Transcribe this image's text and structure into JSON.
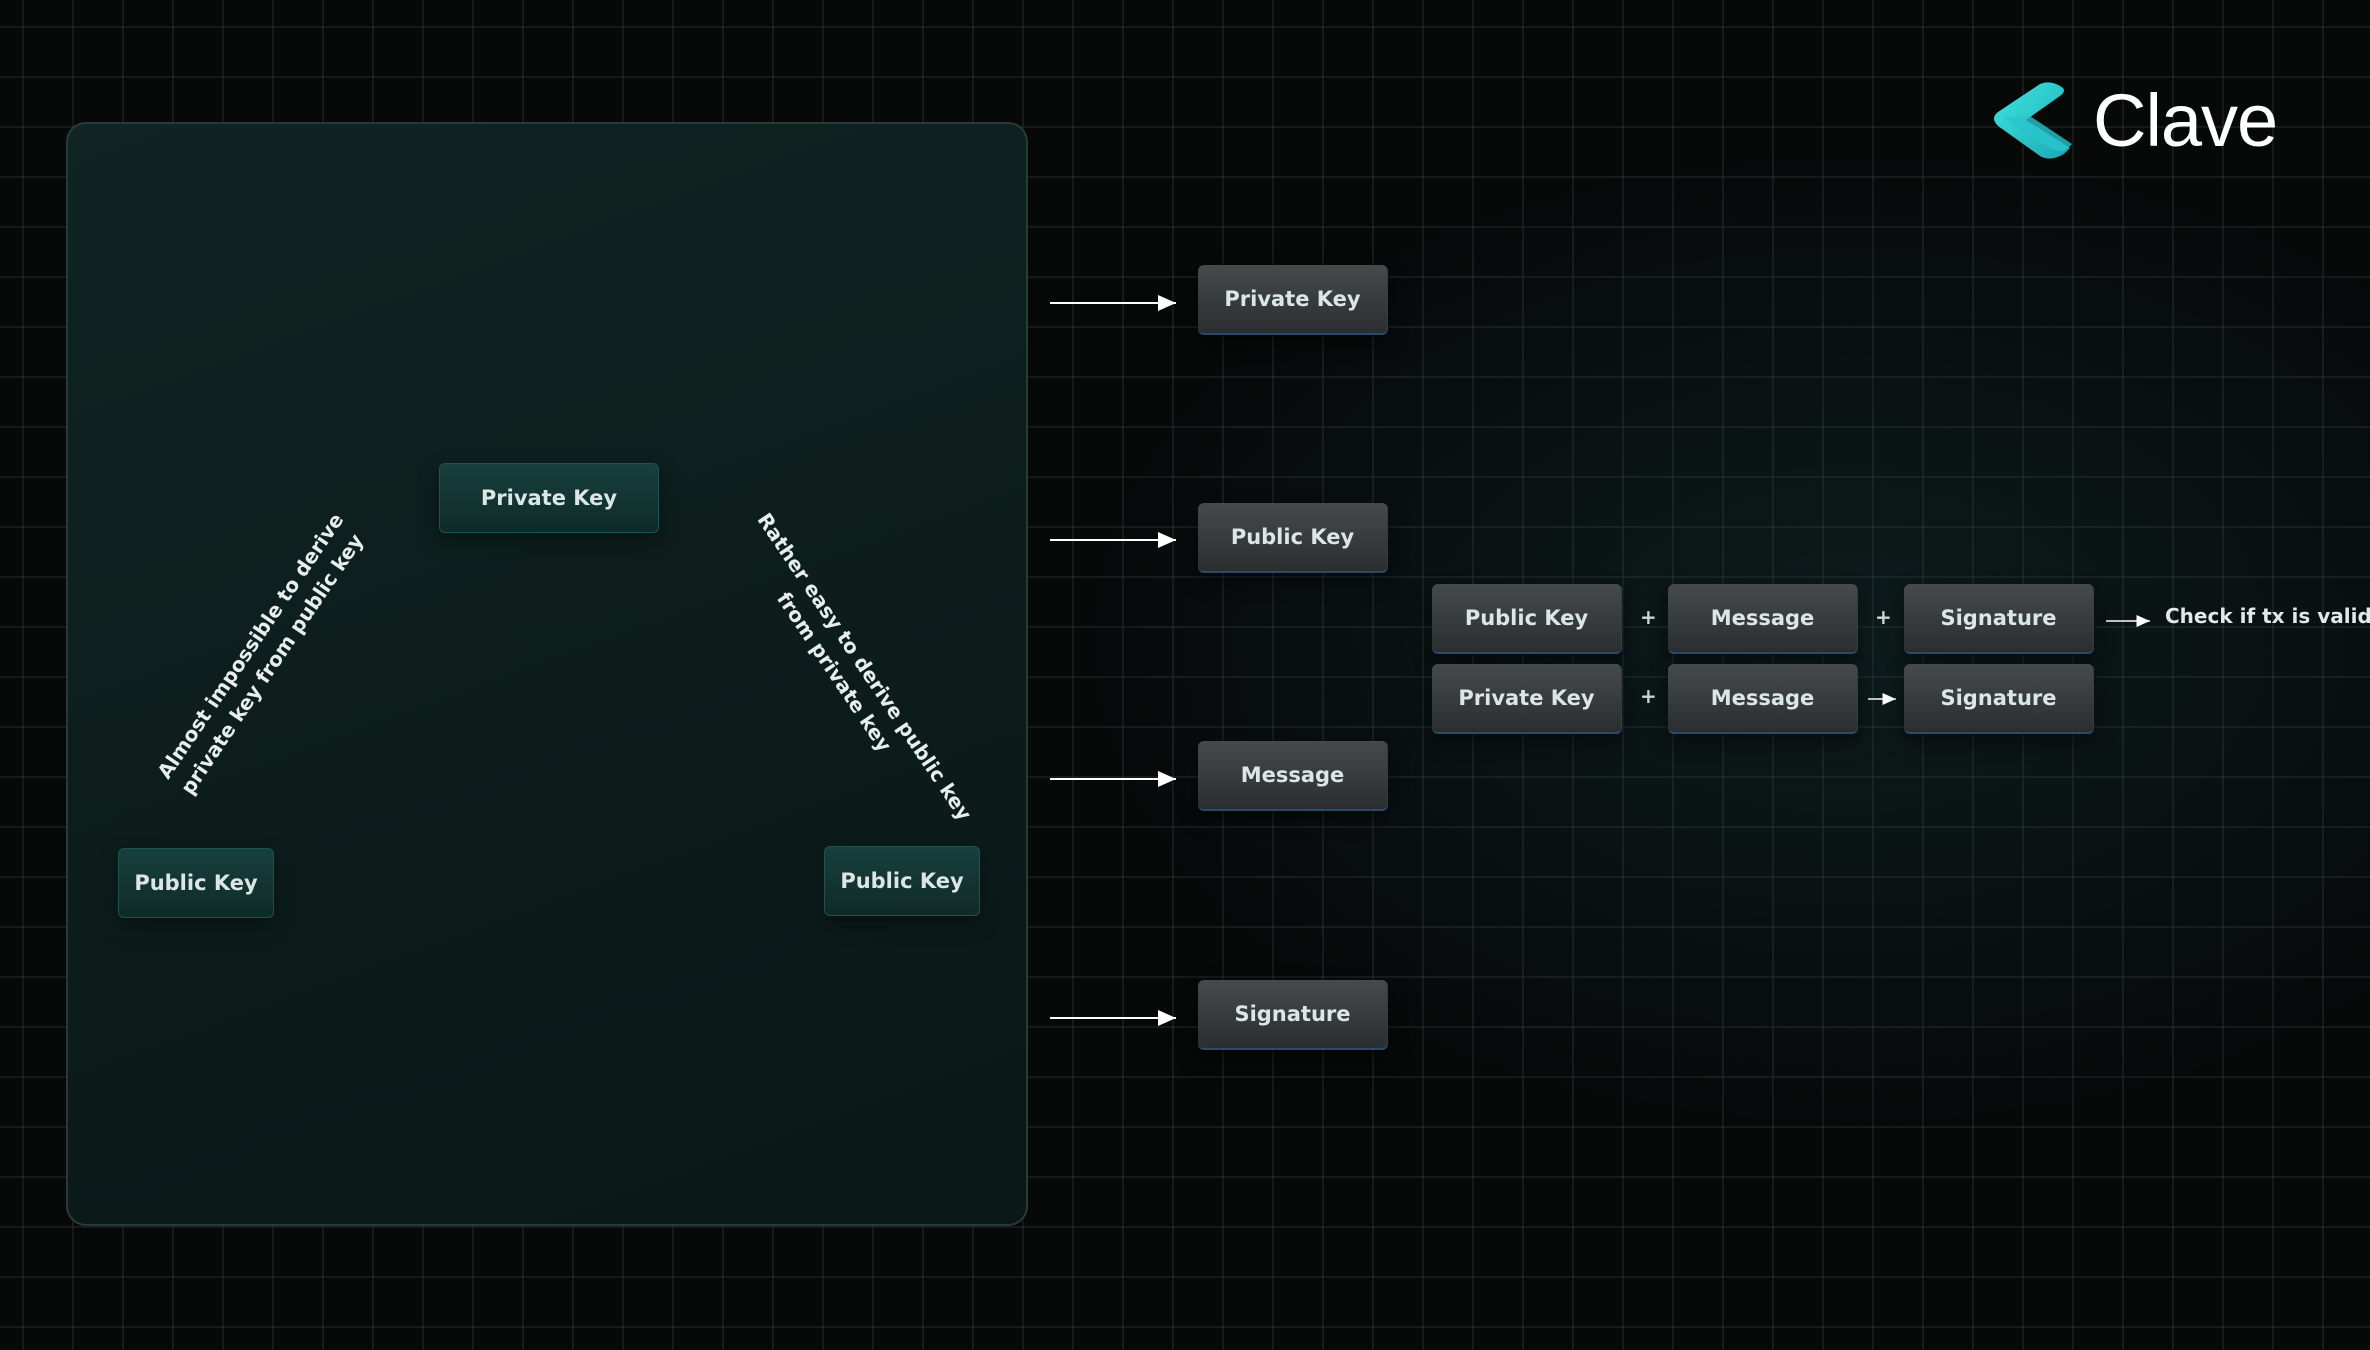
{
  "brand": {
    "name": "Clave"
  },
  "triangle": {
    "top_label": "Private Key",
    "left_label": "Public Key",
    "right_label": "Public Key",
    "left_edge_line1": "Almost impossible to derive",
    "left_edge_line2": "private key from public key",
    "right_edge_line1": "Rather easy to derive public key",
    "right_edge_line2": "from private key"
  },
  "legend": {
    "items": [
      "Private Key",
      "Public Key",
      "Message",
      "Signature"
    ]
  },
  "verify_row": {
    "items": [
      "Public Key",
      "Message",
      "Signature"
    ],
    "plus": "+",
    "result": "Check if tx is valid"
  },
  "sign_row": {
    "items": [
      "Private Key",
      "Message",
      "Signature"
    ],
    "plus": "+"
  },
  "colors": {
    "accent": "#2fd3d0",
    "panel": "#0d2020",
    "box_teal": "#153b39",
    "box_grey": "#3a3e3f"
  }
}
